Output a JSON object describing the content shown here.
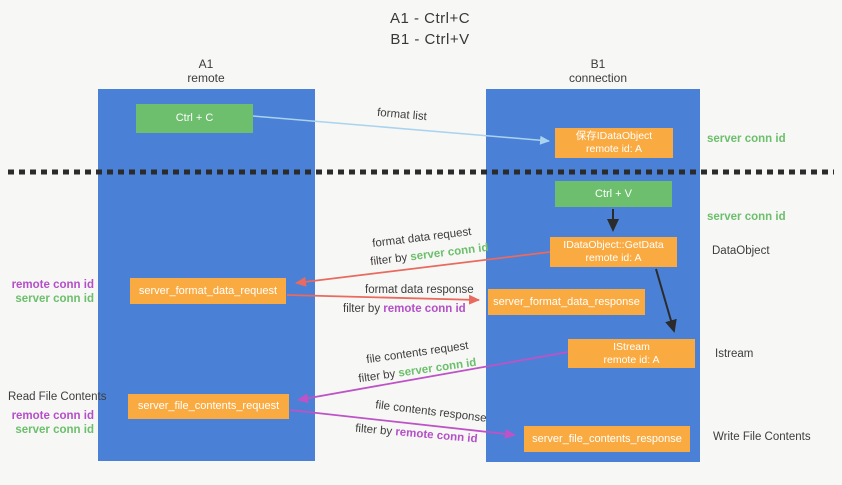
{
  "title": {
    "line1": "A1 - Ctrl+C",
    "line2": "B1 - Ctrl+V"
  },
  "lanes": {
    "left": {
      "header_line1": "A1",
      "header_line2": "remote"
    },
    "right": {
      "header_line1": "B1",
      "header_line2": "connection"
    }
  },
  "nodes": {
    "ctrl_c": "Ctrl + C",
    "ctrl_v": "Ctrl + V",
    "save_idataobject_line1": "保存IDataObject",
    "save_idataobject_line2": "remote id: A",
    "getdata_line1": "IDataObject::GetData",
    "getdata_line2": "remote id: A",
    "istream_line1": "IStream",
    "istream_line2": "remote id: A",
    "server_format_data_request": "server_format_data_request",
    "server_format_data_response": "server_format_data_response",
    "server_file_contents_request": "server_file_contents_request",
    "server_file_contents_response": "server_file_contents_response"
  },
  "edge_labels": {
    "format_list": "format list",
    "format_data_request": "format data request",
    "format_data_response": "format data response",
    "file_contents_request": "file contents request",
    "file_contents_response": "file contents response",
    "filter_by": "filter by ",
    "server_conn_id": "server conn id",
    "remote_conn_id": "remote conn id"
  },
  "side_labels": {
    "server_conn_id_top_right": "server conn id",
    "server_conn_id_mid_right": "server conn id",
    "dataobject": "DataObject",
    "istream": "Istream",
    "write_file_contents": "Write File Contents",
    "read_file_contents": "Read File Contents",
    "remote_conn_id_left_top": "remote conn id",
    "server_conn_id_left_top": "server conn id",
    "remote_conn_id_left_bottom": "remote conn id",
    "server_conn_id_left_bottom": "server conn id"
  },
  "colors": {
    "lane_blue": "#4a80d6",
    "node_green": "#6dbf6e",
    "node_orange": "#f9ab42",
    "arrow_light_blue": "#a9d3ef",
    "arrow_red": "#e96a5e",
    "arrow_magenta": "#bd53c6",
    "arrow_black": "#2b2b2b",
    "text_green": "#6cbf6c",
    "text_purple": "#b44fc8",
    "text_dark": "#3d3d3d",
    "background": "#f7f7f5"
  }
}
